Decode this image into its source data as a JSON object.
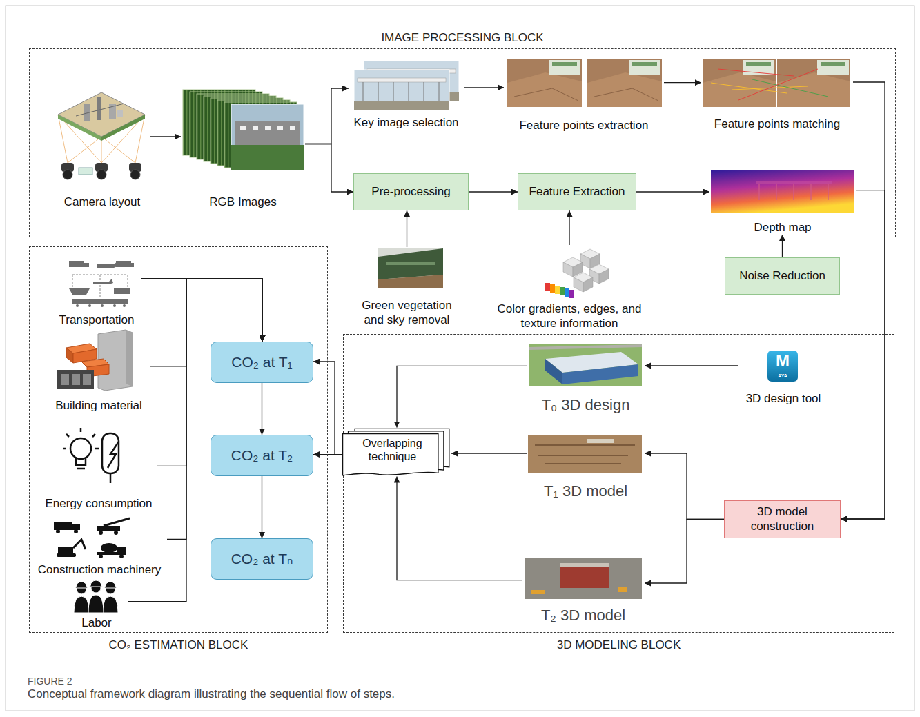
{
  "diagram": {
    "caption": "Conceptual framework diagram illustrating the sequential flow of steps.",
    "nodes": [
      {
        "text": [
          "IMAGE PROCESSING BLOCK"
        ]
      },
      {
        "text": [
          "Camera layout"
        ],
        "in": 0
      },
      {
        "text": [
          "RGB Images"
        ],
        "in": 0
      },
      {
        "text": [
          "Key image selection"
        ],
        "in": 0
      },
      {
        "text": [
          "Feature points extraction"
        ],
        "in": 0
      },
      {
        "text": [
          "Feature points matching"
        ],
        "in": 0
      },
      {
        "text": [
          "Pre-processing"
        ],
        "in": 0
      },
      {
        "text": [
          "Feature Extraction"
        ],
        "in": 0
      },
      {
        "text": [
          "Depth map"
        ],
        "in": 0
      },
      {
        "text": [
          "Green vegetation and sky removal"
        ]
      },
      {
        "text": [
          "Color gradients, edges, and texture information"
        ]
      },
      {
        "text": [
          "Noise Reduction"
        ]
      },
      {
        "text": [
          "CO₂ ESTIMATION BLOCK"
        ]
      },
      {
        "text": [
          "Transportation"
        ],
        "in": 12
      },
      {
        "text": [
          "Building material"
        ],
        "in": 12
      },
      {
        "text": [
          "Energy consumption"
        ],
        "in": 12
      },
      {
        "text": [
          "Construction machinery"
        ],
        "in": 12
      },
      {
        "text": [
          "Labor"
        ],
        "in": 12
      },
      {
        "text": [
          "CO₂ at T₁"
        ],
        "in": 12
      },
      {
        "text": [
          "CO₂ at T₂"
        ],
        "in": 12
      },
      {
        "text": [
          "CO₂ at Tₙ"
        ],
        "in": 12
      },
      {
        "text": [
          "3D MODELING BLOCK"
        ]
      },
      {
        "text": [
          "T₀ 3D design"
        ],
        "in": 21
      },
      {
        "text": [
          "3D design tool"
        ],
        "in": 21
      },
      {
        "text": [
          "Overlapping technique"
        ],
        "in": 21
      },
      {
        "text": [
          "T₁ 3D model"
        ],
        "in": 21
      },
      {
        "text": [
          "3D model construction"
        ],
        "in": 21
      },
      {
        "text": [
          "T₂ 3D model"
        ],
        "in": 21
      }
    ],
    "edges": [
      {
        "from": 1,
        "to": 2,
        "arrow": "to"
      },
      {
        "from": 2,
        "to": 3,
        "arrow": "to"
      },
      {
        "from": 2,
        "to": 6,
        "arrow": "to"
      },
      {
        "from": 3,
        "to": 4,
        "arrow": "to"
      },
      {
        "from": 4,
        "to": 5,
        "arrow": "to"
      },
      {
        "from": 6,
        "to": 7,
        "arrow": "to"
      },
      {
        "from": 7,
        "to": 8,
        "arrow": "to"
      },
      {
        "from": 9,
        "to": 6,
        "arrow": "to"
      },
      {
        "from": 10,
        "to": 7,
        "arrow": "to"
      },
      {
        "from": 11,
        "to": 8,
        "arrow": "to"
      },
      {
        "from": 5,
        "to": 26,
        "arrow": "to"
      },
      {
        "from": 8,
        "to": 26,
        "arrow": "to"
      },
      {
        "from": 26,
        "to": 25,
        "arrow": "to"
      },
      {
        "from": 26,
        "to": 27,
        "arrow": "to"
      },
      {
        "from": 23,
        "to": 22,
        "arrow": "to"
      },
      {
        "from": 22,
        "to": 24,
        "arrow": "to"
      },
      {
        "from": 25,
        "to": 24,
        "arrow": "to"
      },
      {
        "from": 27,
        "to": 24,
        "arrow": "to"
      },
      {
        "from": 24,
        "to": 18,
        "arrow": "to"
      },
      {
        "from": 24,
        "to": 19,
        "arrow": "to"
      },
      {
        "from": 13,
        "to": 18,
        "arrow": "to"
      },
      {
        "from": 14,
        "to": 18,
        "arrow": "to"
      },
      {
        "from": 15,
        "to": 18,
        "arrow": "to"
      },
      {
        "from": 16,
        "to": 18,
        "arrow": "to"
      },
      {
        "from": 17,
        "to": 18,
        "arrow": "to"
      },
      {
        "from": 18,
        "to": 19,
        "arrow": "to"
      },
      {
        "from": 19,
        "to": 20,
        "arrow": "to"
      }
    ],
    "labels": [
      "FIGURE 2",
      "M",
      "AYA"
    ]
  }
}
